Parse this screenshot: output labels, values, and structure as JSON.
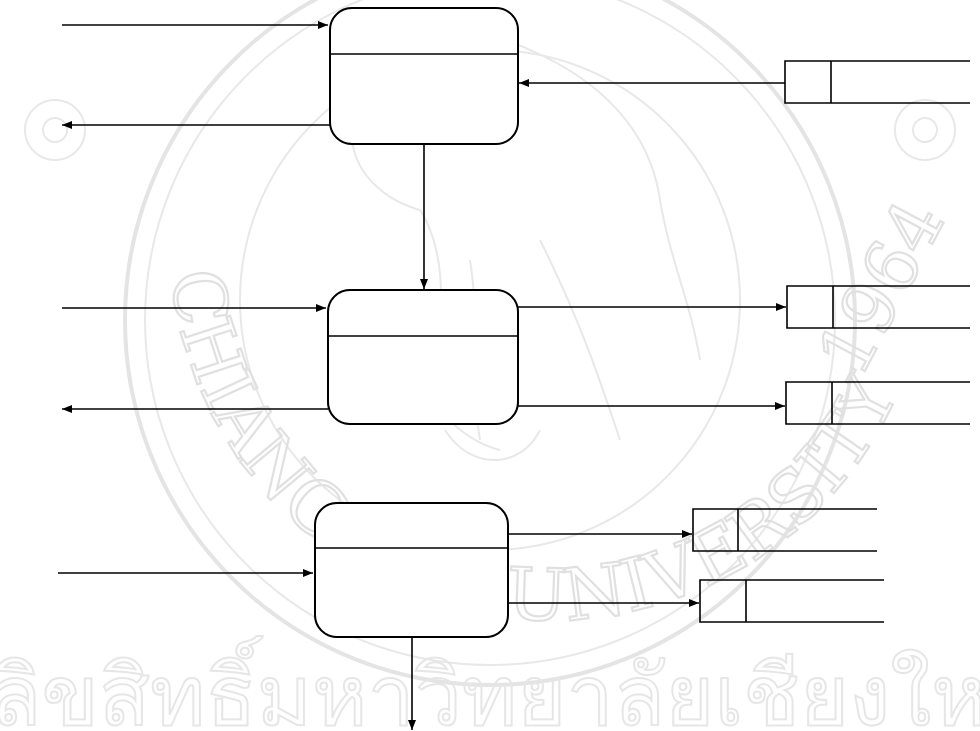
{
  "watermark": {
    "university_text": "CHIANG MAI UNIVERSITY",
    "year_text": "1964",
    "thai_text": "ลิขสิทธิ์มหาวิทยาลัยเชียงใหม่",
    "emblem_icon": "elephant-seal-icon",
    "flower_icon": "lotus-flower-icon"
  },
  "diagram": {
    "processes": [
      {
        "id": "process-1",
        "name_area": "",
        "label": ""
      },
      {
        "id": "process-2",
        "name_area": "",
        "label": ""
      },
      {
        "id": "process-3",
        "name_area": "",
        "label": ""
      }
    ],
    "data_stores": [
      {
        "id": "store-1",
        "code": "",
        "name": ""
      },
      {
        "id": "store-2",
        "code": "",
        "name": ""
      },
      {
        "id": "store-3",
        "code": "",
        "name": ""
      },
      {
        "id": "store-4",
        "code": "",
        "name": ""
      },
      {
        "id": "store-5",
        "code": "",
        "name": ""
      }
    ],
    "line_color": "#000000",
    "watermark_color": "#e4e4e4"
  }
}
